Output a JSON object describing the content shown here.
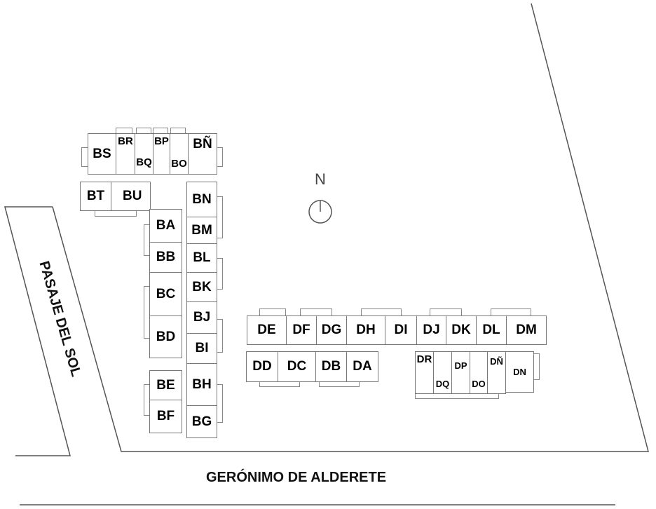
{
  "streets": {
    "left": "PASAJE DEL SOL",
    "bottom": "GERÓNIMO DE ALDERETE"
  },
  "compass": {
    "label": "N"
  },
  "units": {
    "BS": "BS",
    "BR": "BR",
    "BQ": "BQ",
    "BP": "BP",
    "BO": "BO",
    "BNN": "BÑ",
    "BT": "BT",
    "BU": "BU",
    "BN": "BN",
    "BM": "BM",
    "BL": "BL",
    "BK": "BK",
    "BJ": "BJ",
    "BI": "BI",
    "BH": "BH",
    "BG": "BG",
    "BA": "BA",
    "BB": "BB",
    "BC": "BC",
    "BD": "BD",
    "BE": "BE",
    "BF": "BF",
    "DE": "DE",
    "DF": "DF",
    "DG": "DG",
    "DH": "DH",
    "DI": "DI",
    "DJ": "DJ",
    "DK": "DK",
    "DL": "DL",
    "DM": "DM",
    "DD": "DD",
    "DC": "DC",
    "DB": "DB",
    "DA": "DA",
    "DR": "DR",
    "DQ": "DQ",
    "DP": "DP",
    "DO": "DO",
    "DNN": "DÑ",
    "DN": "DN"
  }
}
